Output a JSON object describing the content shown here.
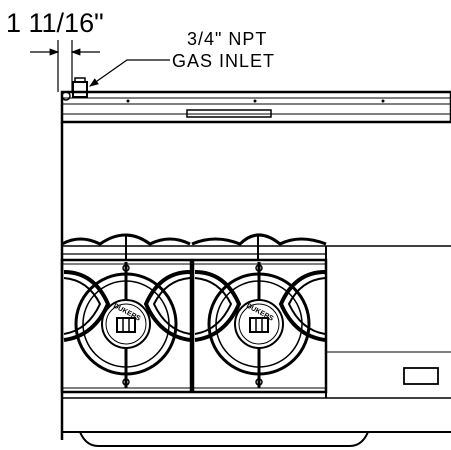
{
  "dimension_label": "1 11/16\"",
  "callout": {
    "line1": "3/4\" NPT",
    "line2": "GAS INLET"
  },
  "burner_badge": {
    "brand": "DUKERS"
  },
  "colors": {
    "line": "#000000",
    "background": "#ffffff"
  }
}
